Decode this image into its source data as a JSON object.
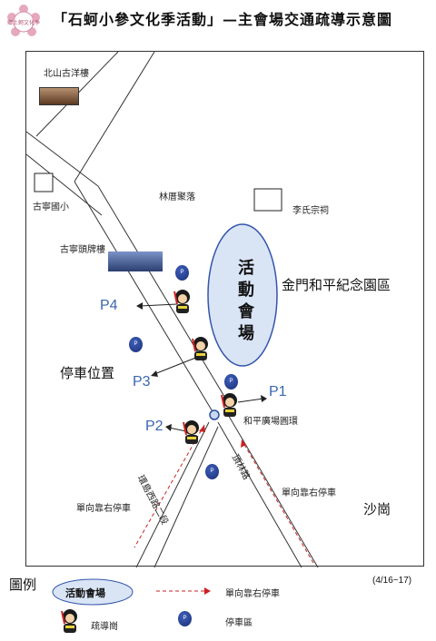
{
  "title": "「石蚵小參文化季活動」—主會場交通疏導示意圖",
  "logo": {
    "icon": "festival-logo",
    "text": "鄉土蚵文化季"
  },
  "places": {
    "beishan": "北山古洋樓",
    "guning_school": "古寧國小",
    "linlei": "林厝聚落",
    "li_temple": "李氏宗祠",
    "guning_arch": "古寧頭牌樓",
    "memorial_park": "金門和平紀念園區",
    "parking_pos": "停車位置",
    "plaza": "和平廣場圓環",
    "shagang": "沙崗",
    "oneway_left": "單向靠右停車",
    "oneway_right": "單向靠右停車",
    "road_left": "環島西路二段",
    "road_right": "頂林路"
  },
  "venue": {
    "label": "活動會場"
  },
  "points": [
    "P1",
    "P2",
    "P3",
    "P4"
  ],
  "legend": {
    "title": "圖例",
    "venue": "活動會場",
    "oneway": "單向靠右停車",
    "guide": "疏導崗",
    "parking": "停車區",
    "park_symbol": "P"
  },
  "date": "(4/16~17)",
  "colors": {
    "venue_fill": "#d9e4f5",
    "venue_stroke": "#3355aa",
    "park_dot": "#1f3a8a",
    "route": "#cc2222",
    "plabel": "#3a66b0"
  }
}
